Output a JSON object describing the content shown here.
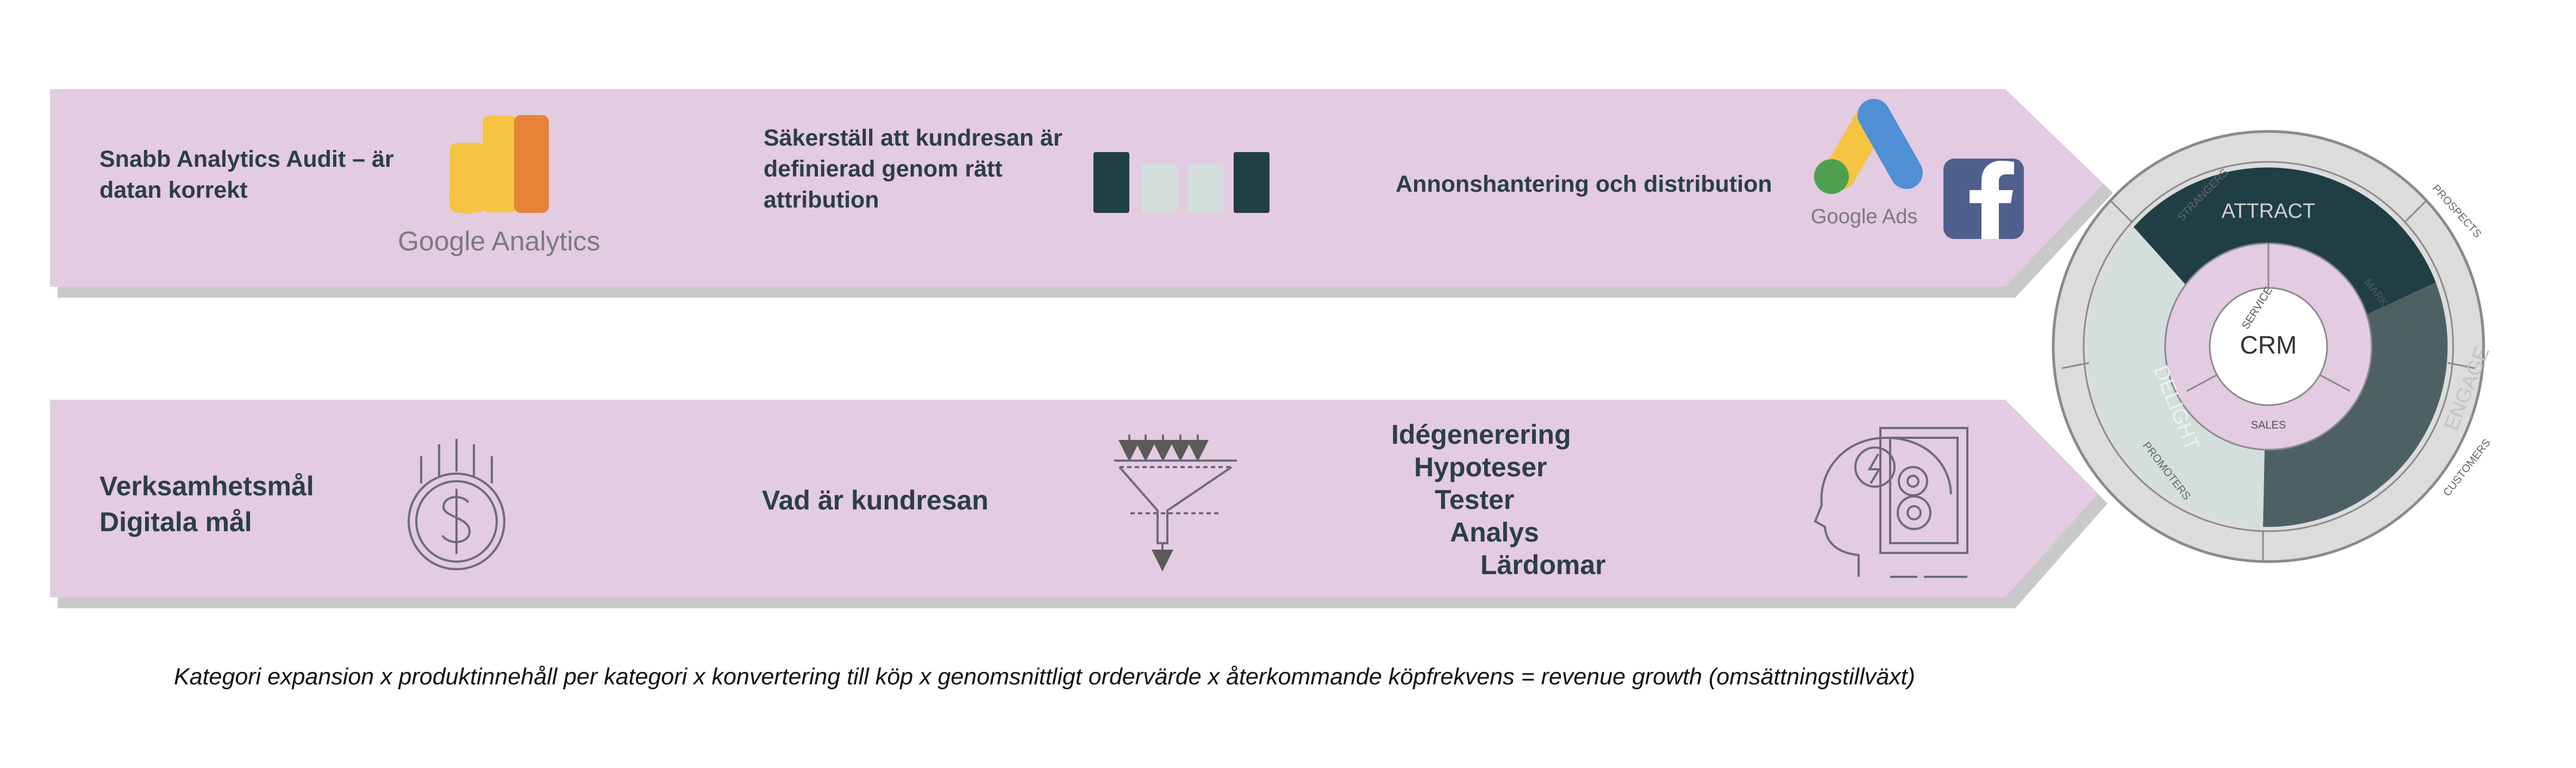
{
  "top_row": [
    {
      "text_lines": [
        "Snabb Analytics Audit – är",
        "datan korrekt"
      ],
      "logo_label": "Google Analytics",
      "icon": "google-analytics-icon"
    },
    {
      "text_lines": [
        "Säkerställ att kundresan är",
        "definierad genom rätt",
        "attribution"
      ],
      "icon": "attribution-bars-icon"
    },
    {
      "text_lines": [
        "Annonshantering och distribution"
      ],
      "logo_label": "Google Ads",
      "icon": "google-ads-icon",
      "second_icon": "facebook-icon"
    }
  ],
  "bottom_row": [
    {
      "text_lines": [
        "Verksamhetsmål",
        "Digitala mål"
      ],
      "icon": "dollar-coin-icon"
    },
    {
      "text_lines": [
        "Vad är kundresan"
      ],
      "icon": "funnel-icon"
    },
    {
      "text_lines": [
        "Idégenerering",
        "Hypoteser",
        "Tester",
        "Analys",
        "Lärdomar"
      ],
      "icon": "ai-head-gears-icon"
    }
  ],
  "flywheel": {
    "center": "CRM",
    "stages": [
      "ATTRACT",
      "ENGAGE",
      "DELIGHT"
    ],
    "inner": [
      "MARKETING",
      "SALES",
      "SERVICE"
    ],
    "outer": [
      "STRANGERS",
      "PROSPECTS",
      "CUSTOMERS",
      "PROMOTERS"
    ]
  },
  "caption": "Kategori expansion x produktinnehåll per kategori x konvertering till köp x genomsnittligt ordervärde x återkommande köpfrekvens = revenue growth (omsättningstillväxt)",
  "colors": {
    "chevron": "#e3cbe1",
    "chevron_shadow": "#c9c9c9",
    "dark_teal": "#1f3f44",
    "slate": "#4d6163",
    "pale_teal": "#d3dedd",
    "ring_gray": "#dcdcdc",
    "ga_yellow": "#f5c442",
    "ga_orange": "#e8833a",
    "facebook": "#4f5f8e"
  }
}
